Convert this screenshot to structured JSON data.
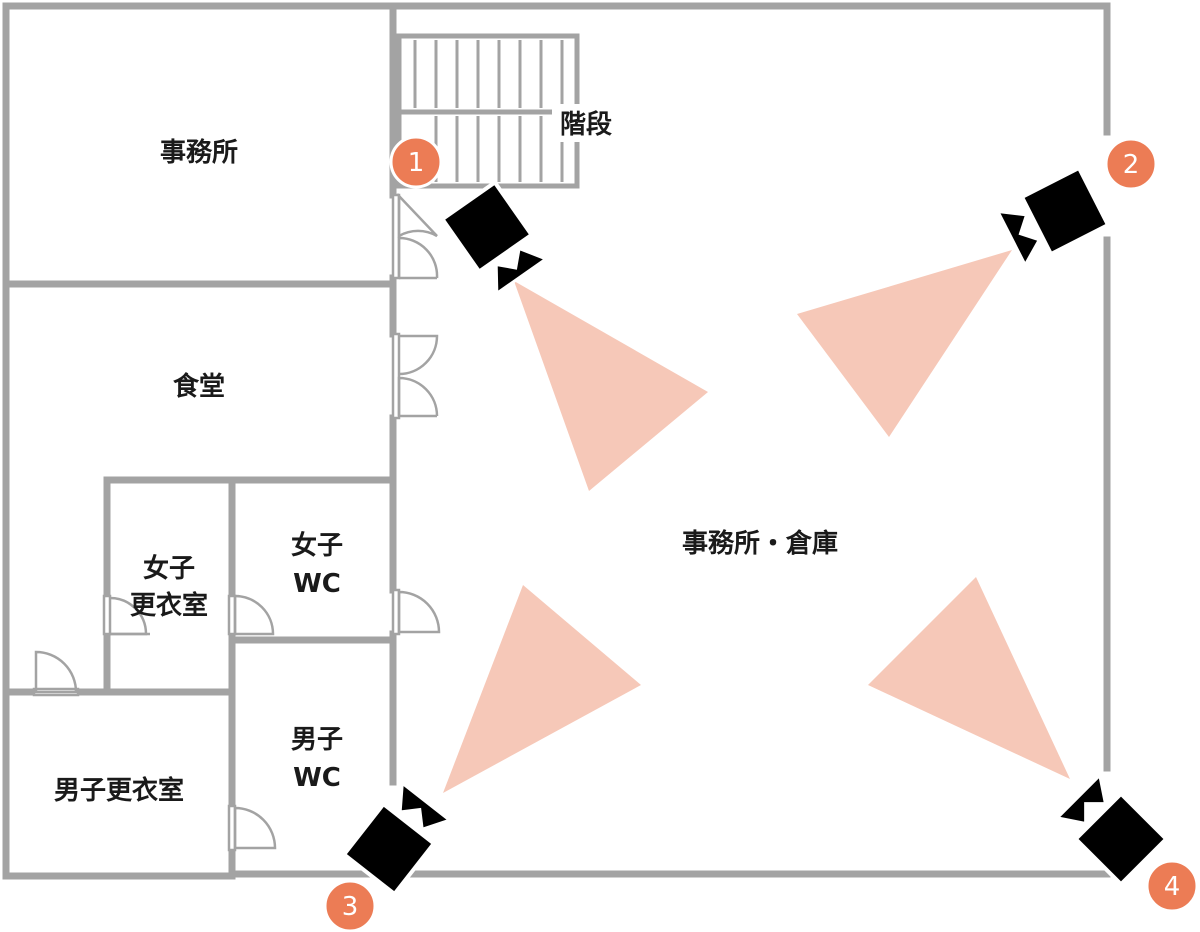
{
  "rooms": {
    "office_top": "事務所",
    "cafeteria": "食堂",
    "stairs": "階段",
    "women_locker_line1": "女子",
    "women_locker_line2": "更衣室",
    "women_wc_line1": "女子",
    "women_wc_line2": "WC",
    "men_locker": "男子更衣室",
    "men_wc_line1": "男子",
    "men_wc_line2": "WC",
    "main_area": "事務所・倉庫"
  },
  "cameras": [
    {
      "number": "1"
    },
    {
      "number": "2"
    },
    {
      "number": "3"
    },
    {
      "number": "4"
    }
  ],
  "colors": {
    "wall": "#a3a3a3",
    "camera": "#000000",
    "view_cone": "#f6c8b8",
    "badge": "#ec7c55",
    "door": "#a3a3a3"
  },
  "icons": [
    "camera-icon",
    "door-icon",
    "stairs-icon"
  ]
}
